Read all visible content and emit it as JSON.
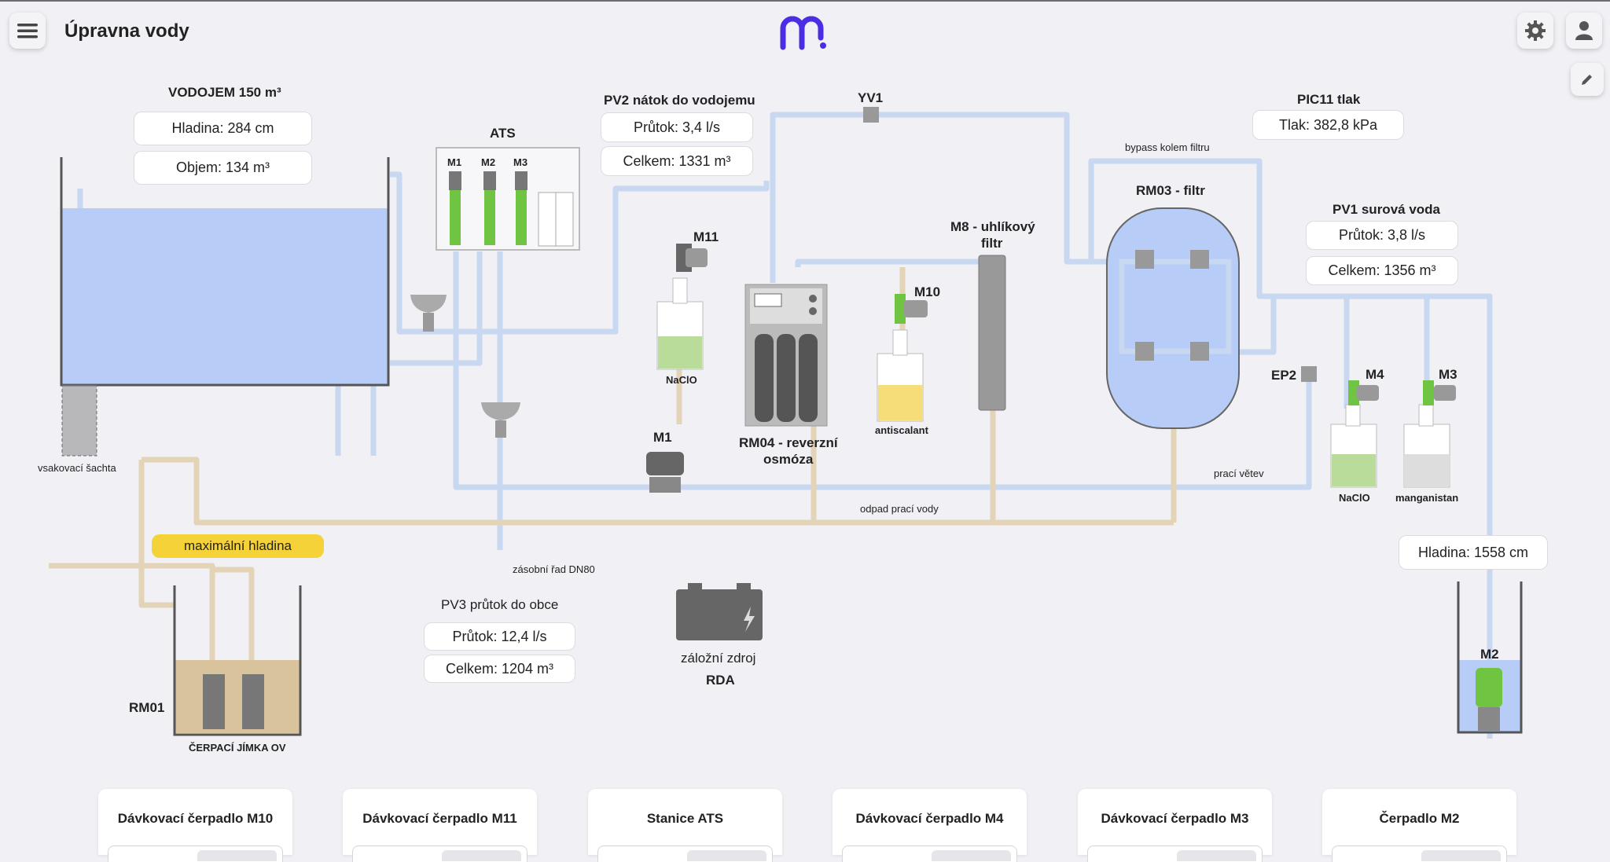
{
  "header": {
    "title": "Úpravna vody"
  },
  "tank": {
    "title": "VODOJEM 150 m³",
    "level": "Hladina: 284 cm",
    "volume": "Objem: 134 m³",
    "shaft_label": "vsakovací šachta"
  },
  "ats": {
    "title": "ATS",
    "m1": "M1",
    "m2": "M2",
    "m3": "M3"
  },
  "pv2": {
    "title": "PV2 nátok do vodojemu",
    "flow": "Průtok: 3,4 l/s",
    "total": "Celkem: 1331 m³"
  },
  "yv1": {
    "label": "YV1"
  },
  "pic11": {
    "title": "PIC11 tlak",
    "pressure": "Tlak: 382,8 kPa"
  },
  "bypass": {
    "label": "bypass kolem filtru"
  },
  "rm03": {
    "title": "RM03 - filtr"
  },
  "pv1": {
    "title": "PV1 surová voda",
    "flow": "Průtok: 3,8 l/s",
    "total": "Celkem: 1356 m³"
  },
  "m11": {
    "label": "M11",
    "container": "NaClO"
  },
  "rm04": {
    "title_line1": "RM04 - reverzní",
    "title_line2": "osmóza"
  },
  "m10": {
    "label": "M10",
    "container": "antiscalant"
  },
  "m8": {
    "title_line1": "M8 - uhlíkový",
    "title_line2": "filtr"
  },
  "ep2": {
    "label": "EP2"
  },
  "m4": {
    "label": "M4",
    "container": "NaClO"
  },
  "m3": {
    "label": "M3",
    "container": "manganistan"
  },
  "m1pump": {
    "label": "M1"
  },
  "wash_branch": {
    "label": "prací větev"
  },
  "wash_waste": {
    "label": "odpad prací vody"
  },
  "supply": {
    "label": "zásobní řad DN80"
  },
  "max_level": {
    "label": "maximální hladina"
  },
  "pv3": {
    "title": "PV3 průtok do obce",
    "flow": "Průtok: 12,4 l/s",
    "total": "Celkem: 1204 m³"
  },
  "battery": {
    "line1": "záložní zdroj",
    "line2": "RDA"
  },
  "rm01": {
    "label": "RM01",
    "sump": "ČERPACÍ JÍMKA OV"
  },
  "well": {
    "level": "Hladina: 1558 cm",
    "pump": "M2"
  },
  "cards": [
    {
      "title": "Dávkovací čerpadlo M10"
    },
    {
      "title": "Dávkovací čerpadlo M11"
    },
    {
      "title": "Stanice ATS"
    },
    {
      "title": "Dávkovací čerpadlo M4"
    },
    {
      "title": "Dávkovací čerpadlo M3"
    },
    {
      "title": "Čerpadlo M2"
    }
  ],
  "colors": {
    "accent": "#4b2de3",
    "water": "#b7cdf8",
    "pipe": "#c8d8f0",
    "waste_pipe": "#e3d4b8",
    "chem_green": "#6fc441",
    "chem_yellow": "#f7dc7a",
    "warning": "#f5d338"
  },
  "icons": {
    "menu": "hamburger-icon",
    "logo": "m-logo",
    "settings": "gear-icon",
    "user": "user-icon",
    "edit": "pencil-icon",
    "battery": "battery-icon"
  }
}
